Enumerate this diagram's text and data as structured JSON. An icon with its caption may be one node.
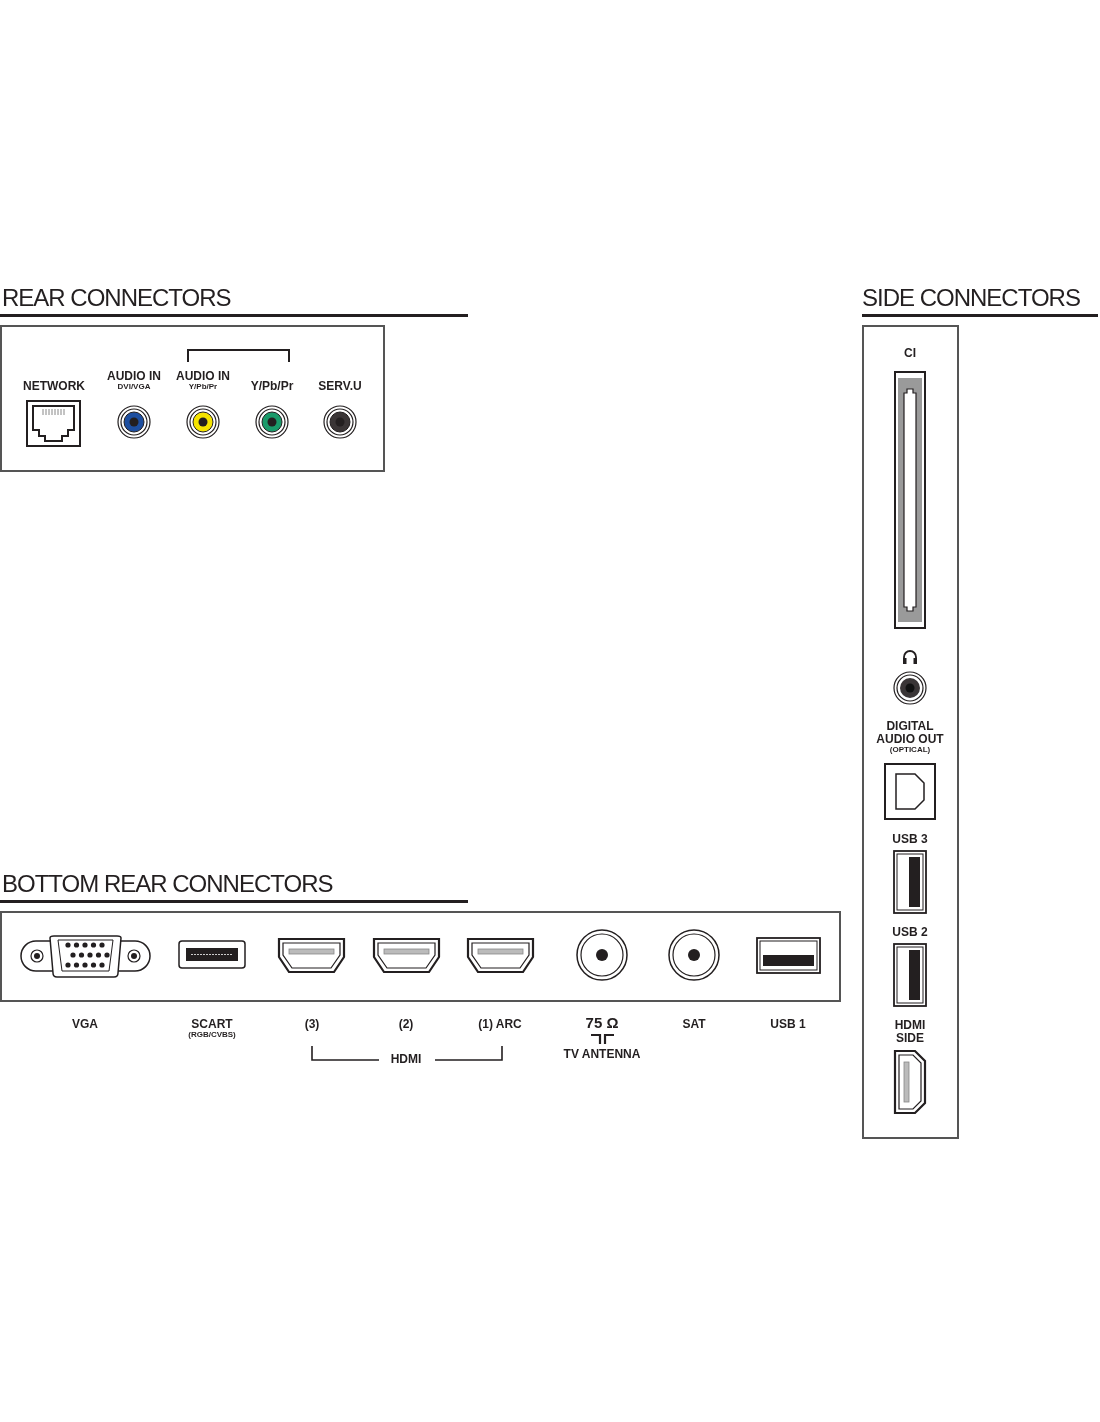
{
  "diagram": {
    "nodes": [
      {
        "text": [
          "REAR CONNECTORS"
        ]
      },
      {
        "text": [
          "SIDE CONNECTORS"
        ]
      },
      {
        "text": [
          "BOTTOM REAR CONNECTORS"
        ]
      }
    ],
    "labels": [
      "NETWORK",
      "AUDIO IN",
      "DVI/VGA",
      "AUDIO IN",
      "Y/Pb/Pr",
      "Y/Pb/Pr",
      "SERV.U",
      "CI",
      "DIGITAL AUDIO OUT",
      "(OPTICAL)",
      "USB 3",
      "USB 2",
      "HDMI SIDE",
      "VGA",
      "SCART",
      "(RGB/CVBS)",
      "(3)",
      "(2)",
      "(1) ARC",
      "75 Ω",
      "TV ANTENNA",
      "SAT",
      "USB 1",
      "HDMI"
    ]
  }
}
